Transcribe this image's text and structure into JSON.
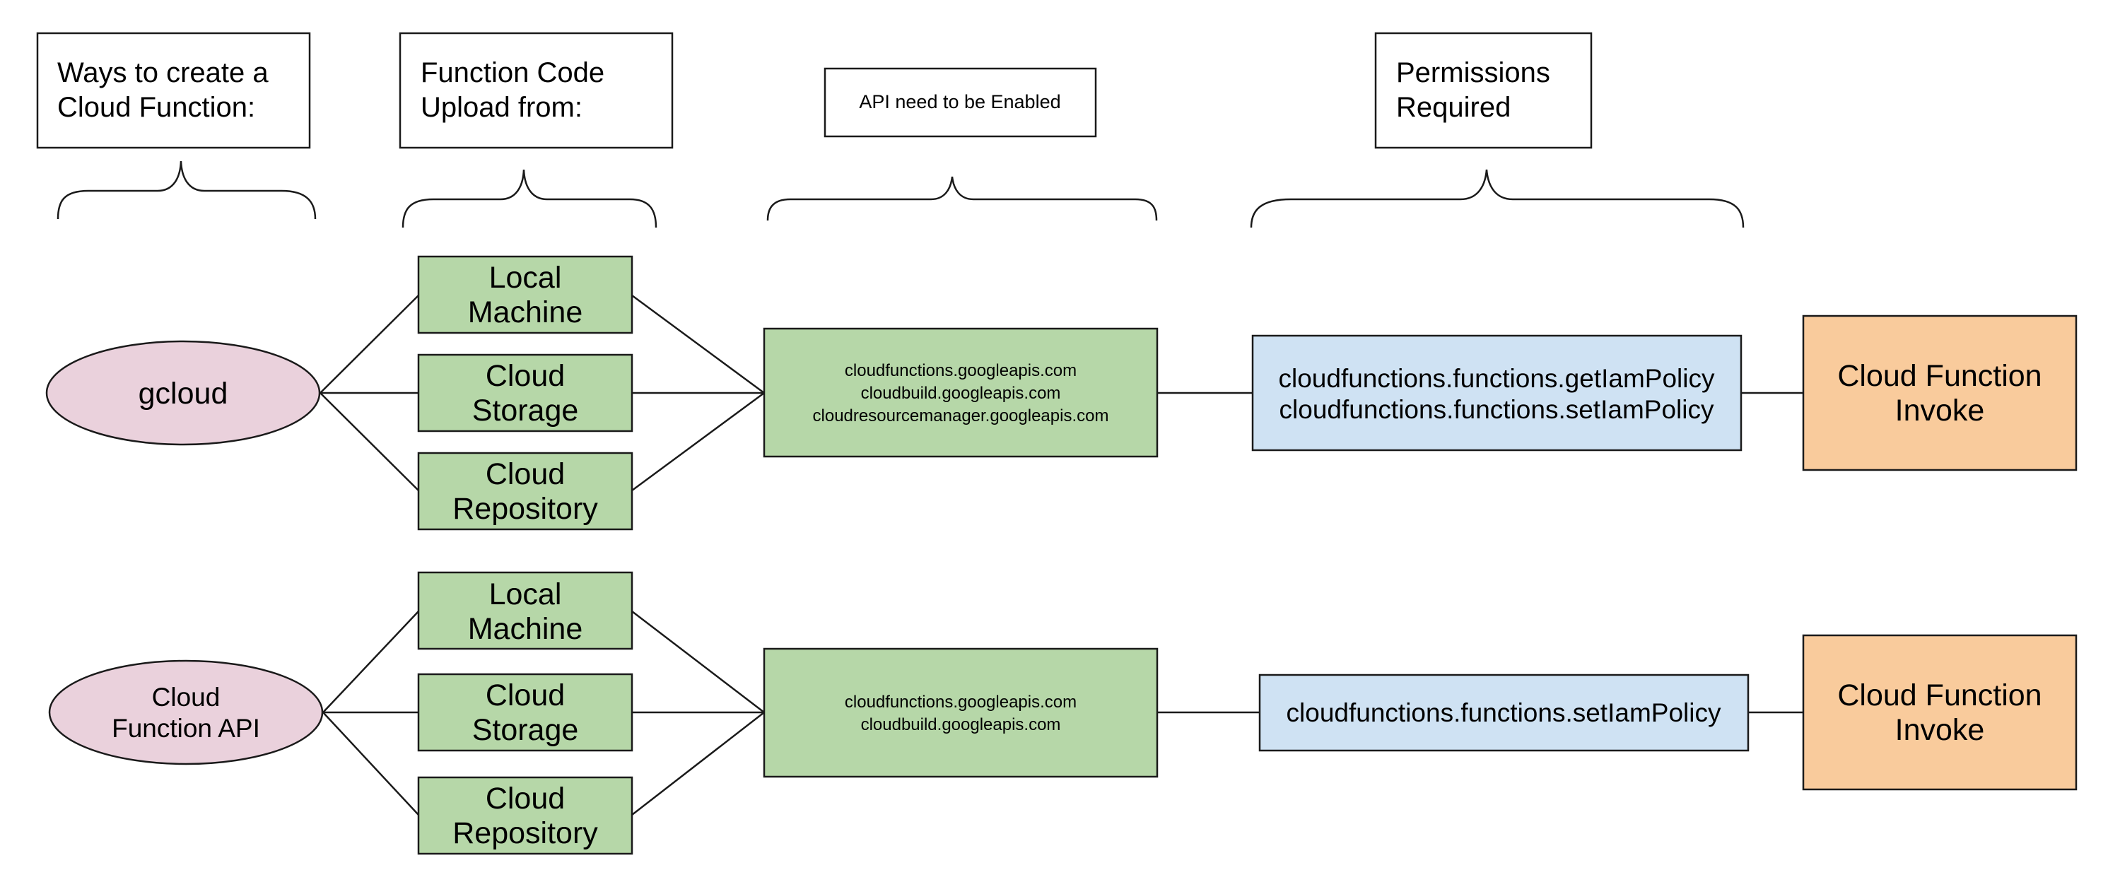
{
  "headers": {
    "ways": [
      "Ways to create a",
      "Cloud Function:"
    ],
    "upload": [
      "Function Code",
      "Upload from:"
    ],
    "api": "API need to be Enabled",
    "permissions": [
      "Permissions",
      "Required"
    ]
  },
  "rows": [
    {
      "method": [
        "gcloud"
      ],
      "sources": [
        [
          "Local",
          "Machine"
        ],
        [
          "Cloud",
          "Storage"
        ],
        [
          "Cloud",
          "Repository"
        ]
      ],
      "apis": [
        "cloudfunctions.googleapis.com",
        "cloudbuild.googleapis.com",
        "cloudresourcemanager.googleapis.com"
      ],
      "permissions": [
        "cloudfunctions.functions.getIamPolicy",
        "cloudfunctions.functions.setIamPolicy"
      ],
      "result": [
        "Cloud Function",
        "Invoke"
      ]
    },
    {
      "method": [
        "Cloud",
        "Function API"
      ],
      "sources": [
        [
          "Local",
          "Machine"
        ],
        [
          "Cloud",
          "Storage"
        ],
        [
          "Cloud",
          "Repository"
        ]
      ],
      "apis": [
        "cloudfunctions.googleapis.com",
        "cloudbuild.googleapis.com"
      ],
      "permissions": [
        "cloudfunctions.functions.setIamPolicy"
      ],
      "result": [
        "Cloud Function",
        "Invoke"
      ]
    }
  ],
  "colors": {
    "method_fill": "#ead1dc",
    "source_fill": "#b6d7a8",
    "api_fill": "#b6d7a8",
    "permission_fill": "#cfe2f3",
    "result_fill": "#f9cb9c",
    "header_fill": "#ffffff",
    "stroke": "#1a1a1a"
  }
}
